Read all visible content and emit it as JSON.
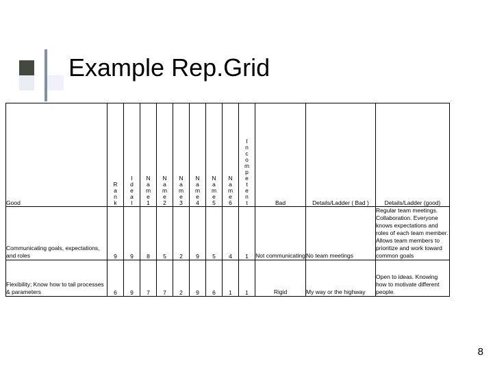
{
  "slide": {
    "title": "Example Rep.Grid",
    "page_number": "8"
  },
  "table": {
    "header": {
      "left_label": "Good",
      "vertical_columns": [
        "Rank",
        "Ideal",
        "Name 1",
        "Name 2",
        "Name 3",
        "Name 4",
        "Name 5",
        "Name 6",
        "Incompetent"
      ],
      "bad_label": "Bad",
      "details_bad_label": "Details/Ladder ( Bad )",
      "details_good_label": "Details/Ladder (good)"
    },
    "rows": [
      {
        "label": "Communicating goals, expectations, and roles",
        "values": [
          "9",
          "9",
          "8",
          "5",
          "2",
          "9",
          "5",
          "4",
          "1"
        ],
        "bad": "Not communicating",
        "details_bad": "No team meetings",
        "details_good": "Regular team meetings. Collaboration. Everyone knows expectations and roles of each team member. Allows team members to prioritize and work toward common goals"
      },
      {
        "label": "Flexibility; Know how to tail processes & parameters",
        "values": [
          "6",
          "9",
          "7",
          "7",
          "2",
          "9",
          "6",
          "1",
          "1"
        ],
        "bad": "Rigid",
        "details_bad": "My way or the highway",
        "details_good": "Open to ideas. Knowing how to motivate different people."
      }
    ]
  }
}
